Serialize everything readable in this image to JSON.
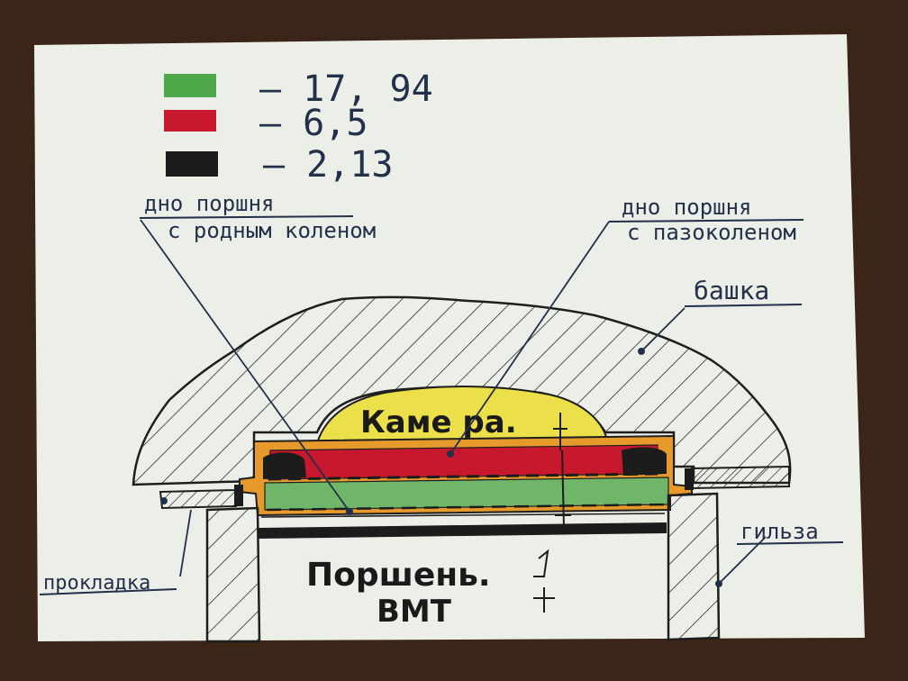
{
  "legend": [
    {
      "color": "#4fa84a",
      "value": "– 17, 94"
    },
    {
      "color": "#c8182e",
      "value": "– 6,5"
    },
    {
      "color": "#1c1c1c",
      "value": "– 2,13"
    }
  ],
  "labels": {
    "piston_native_line1": "дно поршня",
    "piston_native_line2": "с родным коленом",
    "piston_pazo_line1": "дно поршня",
    "piston_pazo_line2": "с пазоколеном",
    "head": "башка",
    "sleeve": "гильза",
    "gasket": "прокладка",
    "chamber": "Каме ра.",
    "piston": "Поршень.",
    "tdc": "ВМТ"
  },
  "colors": {
    "paper": "#ecefe8",
    "table": "#3b2418",
    "ink": "#23304a",
    "chamber": "#ece04a",
    "gasket_orange": "#e79a2c"
  }
}
